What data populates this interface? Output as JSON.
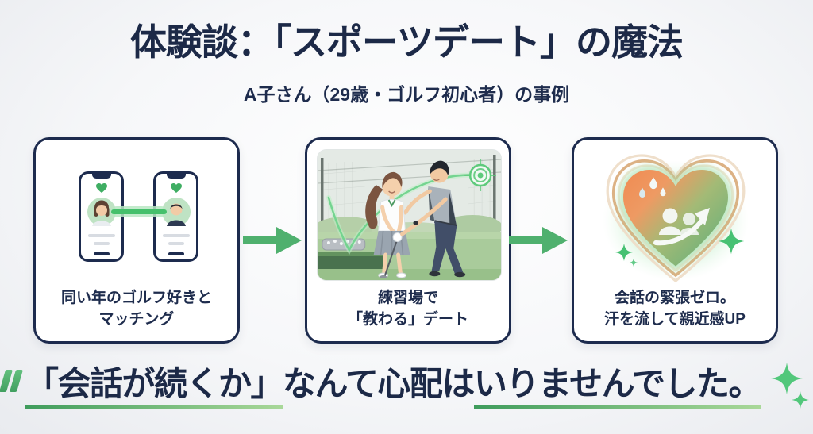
{
  "header": {
    "title": "体験談：「スポーツデート」の魔法",
    "subtitle": "A子さん（29歳・ゴルフ初心者）の事例"
  },
  "steps": [
    {
      "icon": "matching-phones-icon",
      "line1": "同い年のゴルフ好きと",
      "line2": "マッチング"
    },
    {
      "icon": "golf-lesson-illustration",
      "line1": "練習場で",
      "line2": "「教わる」デート"
    },
    {
      "icon": "heart-growth-icon",
      "line1": "会話の緊張ゼロ。",
      "line2": "汗を流して親近感UP"
    }
  ],
  "quote": {
    "part_underlined_1": "「会話が続くか」",
    "part_plain": "なんて心配は",
    "part_underlined_2": "いりませんでした。"
  },
  "colors": {
    "navy": "#1c2947",
    "accent_green": "#4fb06e",
    "light_green": "#bfe3c4",
    "heart_orange": "#ef8b54",
    "heart_green": "#77b276",
    "underline_start": "#3f9c5c",
    "underline_end": "#a9d899",
    "background": "#f2f3f6"
  }
}
